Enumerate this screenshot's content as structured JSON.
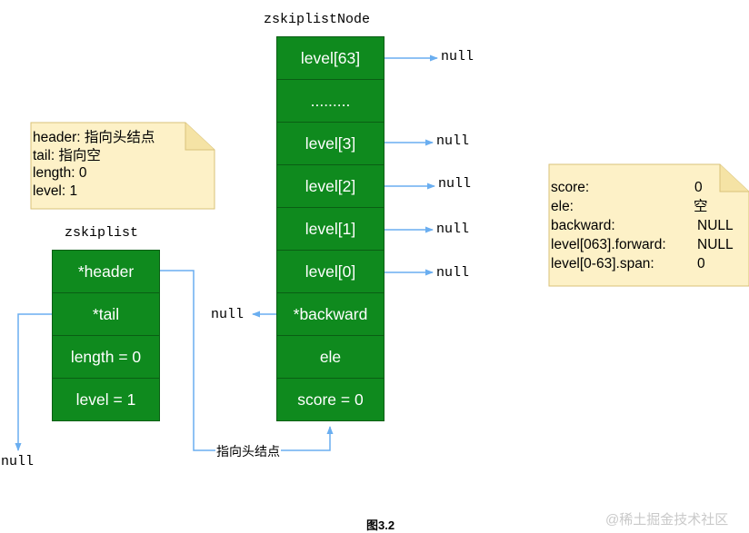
{
  "node": {
    "title": "zskiplistNode",
    "cells": [
      "level[63]",
      ".........",
      "level[3]",
      "level[2]",
      "level[1]",
      "level[0]",
      "*backward",
      "ele",
      "score = 0"
    ],
    "level_nulls": [
      "null",
      "null",
      "null",
      "null",
      "null"
    ],
    "backward_null": "null"
  },
  "list": {
    "title": "zskiplist",
    "cells": [
      "*header",
      "*tail",
      "length = 0",
      "level = 1"
    ],
    "tail_null": "null",
    "header_link_label": "指向头结点"
  },
  "note_left": {
    "lines": [
      "header: 指向头结点",
      "tail: 指向空",
      "length: 0",
      "level: 1"
    ]
  },
  "note_right": {
    "rows": [
      {
        "key": "score:",
        "value": "0"
      },
      {
        "key": "ele:",
        "value": "空"
      },
      {
        "key": "backward:",
        "value": "NULL"
      },
      {
        "key": "level[063].forward:",
        "value": "NULL"
      },
      {
        "key": "level[0-63].span:",
        "value": "0"
      }
    ]
  },
  "figure_caption": "图3.2",
  "watermark": "@稀土掘金技术社区",
  "colors": {
    "cell_fill": "#0f8a1e",
    "note_fill": "#fdf1c7",
    "arrow": "#6aaef0"
  }
}
